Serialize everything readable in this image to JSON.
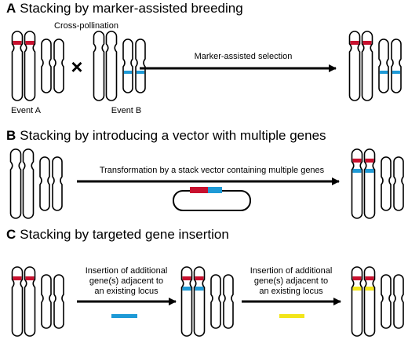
{
  "panels": [
    {
      "letter": "A",
      "title": "Stacking by marker-assisted breeding",
      "labels": {
        "cross": "Cross-pollination",
        "times": "×",
        "event_a": "Event A",
        "event_b": "Event B",
        "arrow": "Marker-assisted selection"
      }
    },
    {
      "letter": "B",
      "title": "Stacking by introducing a vector with multiple genes",
      "labels": {
        "arrow": "Transformation by a stack vector containing multiple genes"
      }
    },
    {
      "letter": "C",
      "title": "Stacking by targeted gene insertion",
      "labels": {
        "step1_line1": "Insertion of additional",
        "step1_line2": "gene(s) adjacent to",
        "step1_line3": "an existing locus",
        "step2_line1": "Insertion of additional",
        "step2_line2": "gene(s) adjacent to",
        "step2_line3": "an existing locus"
      }
    }
  ],
  "colors": {
    "red_marker": "#c8102e",
    "blue_marker": "#1e9ad6",
    "yellow_marker": "#f2e51a",
    "outline": "#000000"
  }
}
